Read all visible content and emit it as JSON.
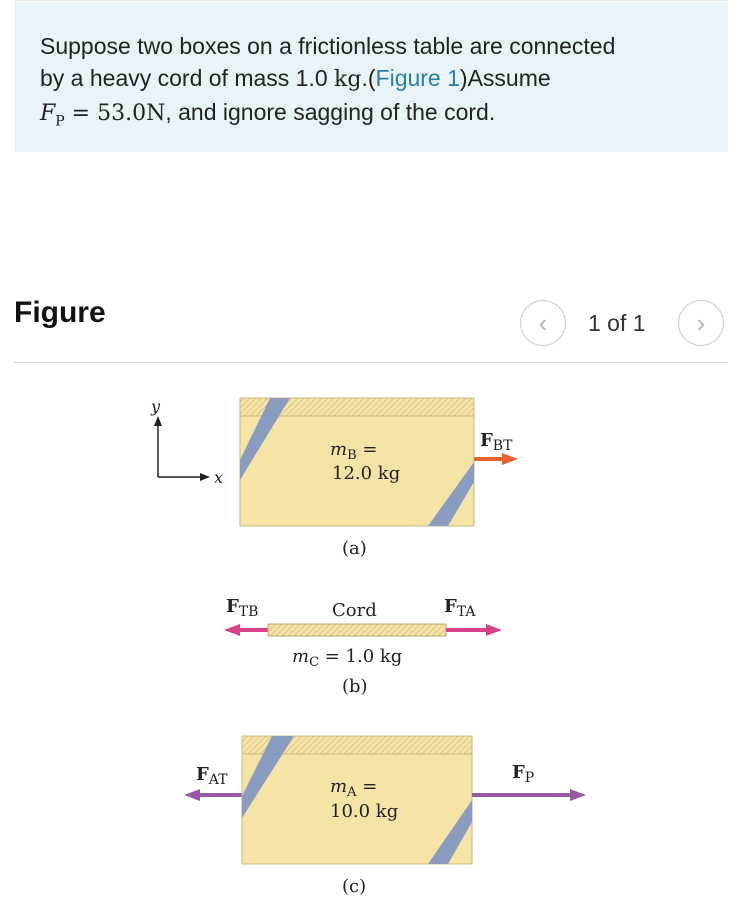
{
  "problem": {
    "text_line1": "Suppose two boxes on a frictionless table are connected",
    "text_line2_a": "by a heavy cord of mass 1.0 ",
    "text_line2_unit": "kg",
    "text_line2_b": ".(",
    "figure_link": "Figure 1",
    "text_line2_c": ")Assume",
    "fp_symbol": "F",
    "fp_sub": "P",
    "fp_equals": " = ",
    "fp_value": "53.0N",
    "text_line3_tail": ", and ignore sagging of the cord."
  },
  "figure_panel": {
    "title": "Figure",
    "pager_text": "1 of 1",
    "prev_icon": "‹",
    "next_icon": "›"
  },
  "diagram": {
    "axis_y": "y",
    "axis_x": "x",
    "a": {
      "mass_line1": "m",
      "mass_sub": "B",
      "mass_eq": " =",
      "mass_value": "12.0 kg",
      "force_F": "F",
      "force_sub": "BT",
      "caption": "(a)"
    },
    "b": {
      "left_F": "F",
      "left_sub": "TB",
      "cord_label": "Cord",
      "right_F": "F",
      "right_sub": "TA",
      "mass_m": "m",
      "mass_sub": "C",
      "mass_value": " = 1.0 kg",
      "caption": "(b)"
    },
    "c": {
      "left_F": "F",
      "left_sub": "AT",
      "mass_line1": "m",
      "mass_sub": "A",
      "mass_eq": " =",
      "mass_value": "10.0 kg",
      "right_F": "F",
      "right_sub": "P",
      "caption": "(c)"
    },
    "colors": {
      "box": "#f6e3a6",
      "box_edge": "#c9b984",
      "stripe": "#7f93c4",
      "force_bt": "#e8612c",
      "force_cord": "#d8418a",
      "force_c": "#9a59a3"
    }
  }
}
